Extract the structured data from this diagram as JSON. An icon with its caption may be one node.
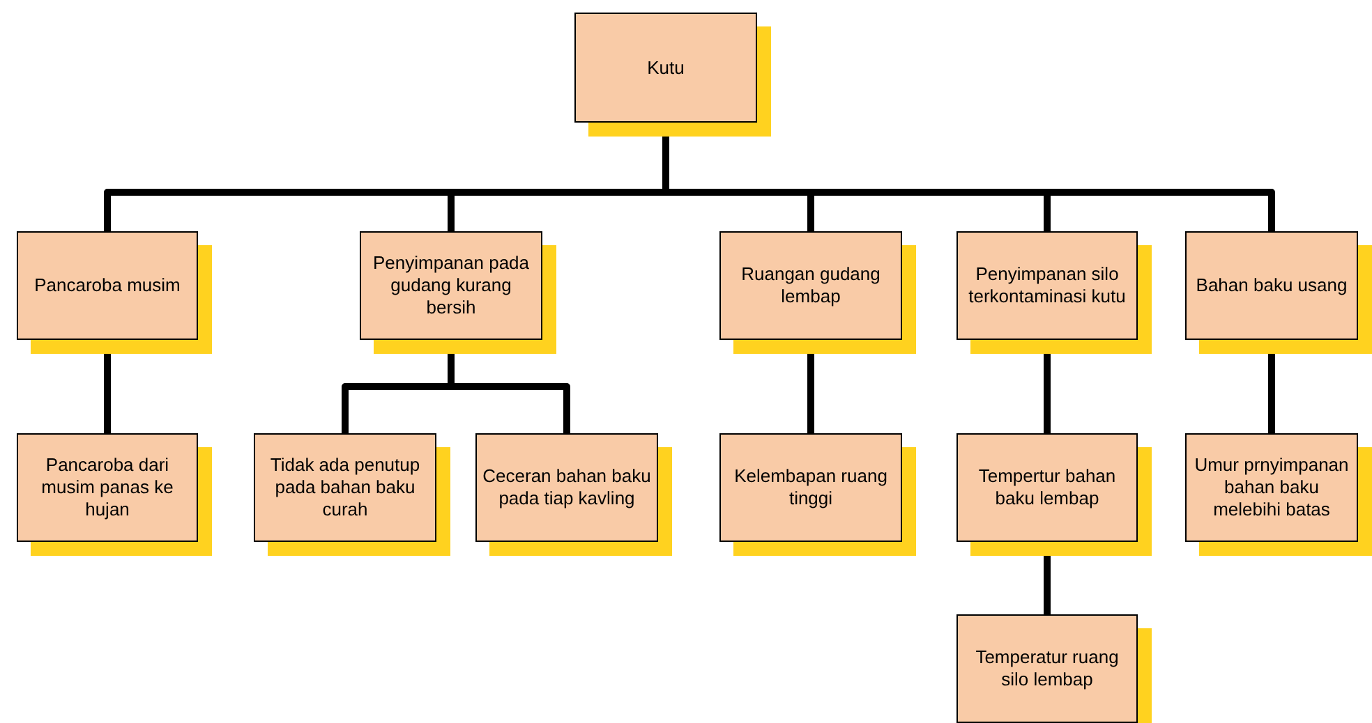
{
  "diagram": {
    "nodes": [
      {
        "text": [
          "Kutu"
        ]
      },
      {
        "text": [
          "Pancaroba musim"
        ]
      },
      {
        "text": [
          "Penyimpanan pada gudang kurang bersih"
        ]
      },
      {
        "text": [
          "Ruangan gudang lembap"
        ]
      },
      {
        "text": [
          "Penyimpanan silo terkontaminasi kutu"
        ]
      },
      {
        "text": [
          "Bahan baku usang"
        ]
      },
      {
        "text": [
          "Pancaroba dari musim panas ke hujan"
        ]
      },
      {
        "text": [
          "Tidak ada penutup pada bahan baku curah"
        ]
      },
      {
        "text": [
          "Ceceran bahan baku pada tiap kavling"
        ]
      },
      {
        "text": [
          "Kelembapan ruang tinggi"
        ]
      },
      {
        "text": [
          "Tempertur bahan baku lembap"
        ]
      },
      {
        "text": [
          "Umur prnyimpanan bahan baku melebihi batas"
        ]
      },
      {
        "text": [
          "Temperatur ruang silo lembap"
        ]
      }
    ],
    "edges": [
      {
        "from": 0,
        "to": 1,
        "arrow": "none"
      },
      {
        "from": 0,
        "to": 2,
        "arrow": "none"
      },
      {
        "from": 0,
        "to": 3,
        "arrow": "none"
      },
      {
        "from": 0,
        "to": 4,
        "arrow": "none"
      },
      {
        "from": 0,
        "to": 5,
        "arrow": "none"
      },
      {
        "from": 1,
        "to": 6,
        "arrow": "none"
      },
      {
        "from": 2,
        "to": 7,
        "arrow": "none"
      },
      {
        "from": 2,
        "to": 8,
        "arrow": "none"
      },
      {
        "from": 3,
        "to": 9,
        "arrow": "none"
      },
      {
        "from": 4,
        "to": 10,
        "arrow": "none"
      },
      {
        "from": 10,
        "to": 12,
        "arrow": "none"
      },
      {
        "from": 5,
        "to": 11,
        "arrow": "none"
      }
    ]
  }
}
